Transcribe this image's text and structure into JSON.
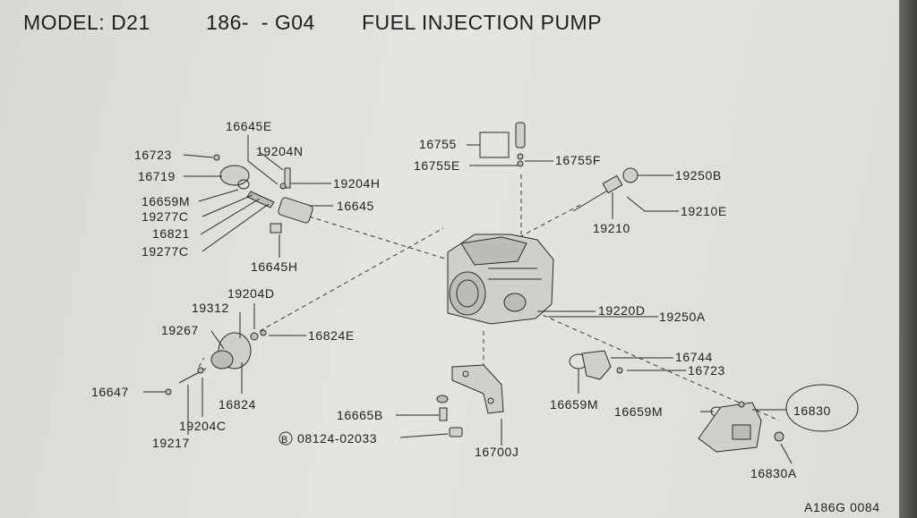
{
  "header": {
    "model": "MODEL: D21",
    "code": "186-  - G04",
    "title": "FUEL INJECTION PUMP"
  },
  "labels": {
    "p16645E": "16645E",
    "p19204N": "19204N",
    "p16723a": "16723",
    "p16719": "16719",
    "p19204H": "19204H",
    "p16645": "16645",
    "p16659Ma": "16659M",
    "p19277Ca": "19277C",
    "p16821": "16821",
    "p19277Cb": "19277C",
    "p16645H": "16645H",
    "p16755": "16755",
    "p16755E": "16755E",
    "p16755F": "16755F",
    "p19250B": "19250B",
    "p19210E": "19210E",
    "p19210": "19210",
    "p19204D": "19204D",
    "p19312": "19312",
    "p19267": "19267",
    "p16824E": "16824E",
    "p16647": "16647",
    "p16824": "16824",
    "p19204C": "19204C",
    "p19217": "19217",
    "p19220D": "19220D",
    "p19250A": "19250A",
    "p16744": "16744",
    "p16723b": "16723",
    "p16659Mb": "16659M",
    "p16659Mc": "16659M",
    "p16830": "16830",
    "p16665B": "16665B",
    "bolt_code": "B",
    "p08124": "08124-02033",
    "p16700J": "16700J",
    "p16830A": "16830A"
  },
  "footer": {
    "ref": "A186G 0084"
  }
}
